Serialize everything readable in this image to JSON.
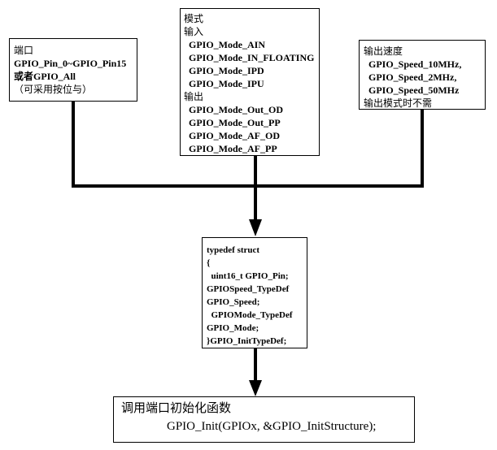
{
  "port_box": {
    "lines": [
      "端口",
      "GPIO_Pin_0~GPIO_Pin15",
      "或者GPIO_All",
      "（可采用按位与）"
    ]
  },
  "mode_box": {
    "lines": [
      "模式",
      "输入",
      "  GPIO_Mode_AIN",
      "  GPIO_Mode_IN_FLOATING",
      "  GPIO_Mode_IPD",
      "  GPIO_Mode_IPU",
      "输出",
      "  GPIO_Mode_Out_OD",
      "  GPIO_Mode_Out_PP",
      "  GPIO_Mode_AF_OD",
      "  GPIO_Mode_AF_PP"
    ]
  },
  "speed_box": {
    "lines": [
      "输出速度",
      "  GPIO_Speed_10MHz,",
      "  GPIO_Speed_2MHz,",
      "  GPIO_Speed_50MHz",
      "输出模式时不需"
    ]
  },
  "struct_box": {
    "lines": [
      "typedef struct",
      "{",
      "  uint16_t GPIO_Pin;",
      "GPIOSpeed_TypeDef",
      "GPIO_Speed;",
      "  GPIOMode_TypeDef",
      "GPIO_Mode;",
      "}GPIO_InitTypeDef;"
    ]
  },
  "init_box": {
    "title": "调用端口初始化函数",
    "call": "GPIO_Init(GPIOx, &GPIO_InitStructure);"
  }
}
